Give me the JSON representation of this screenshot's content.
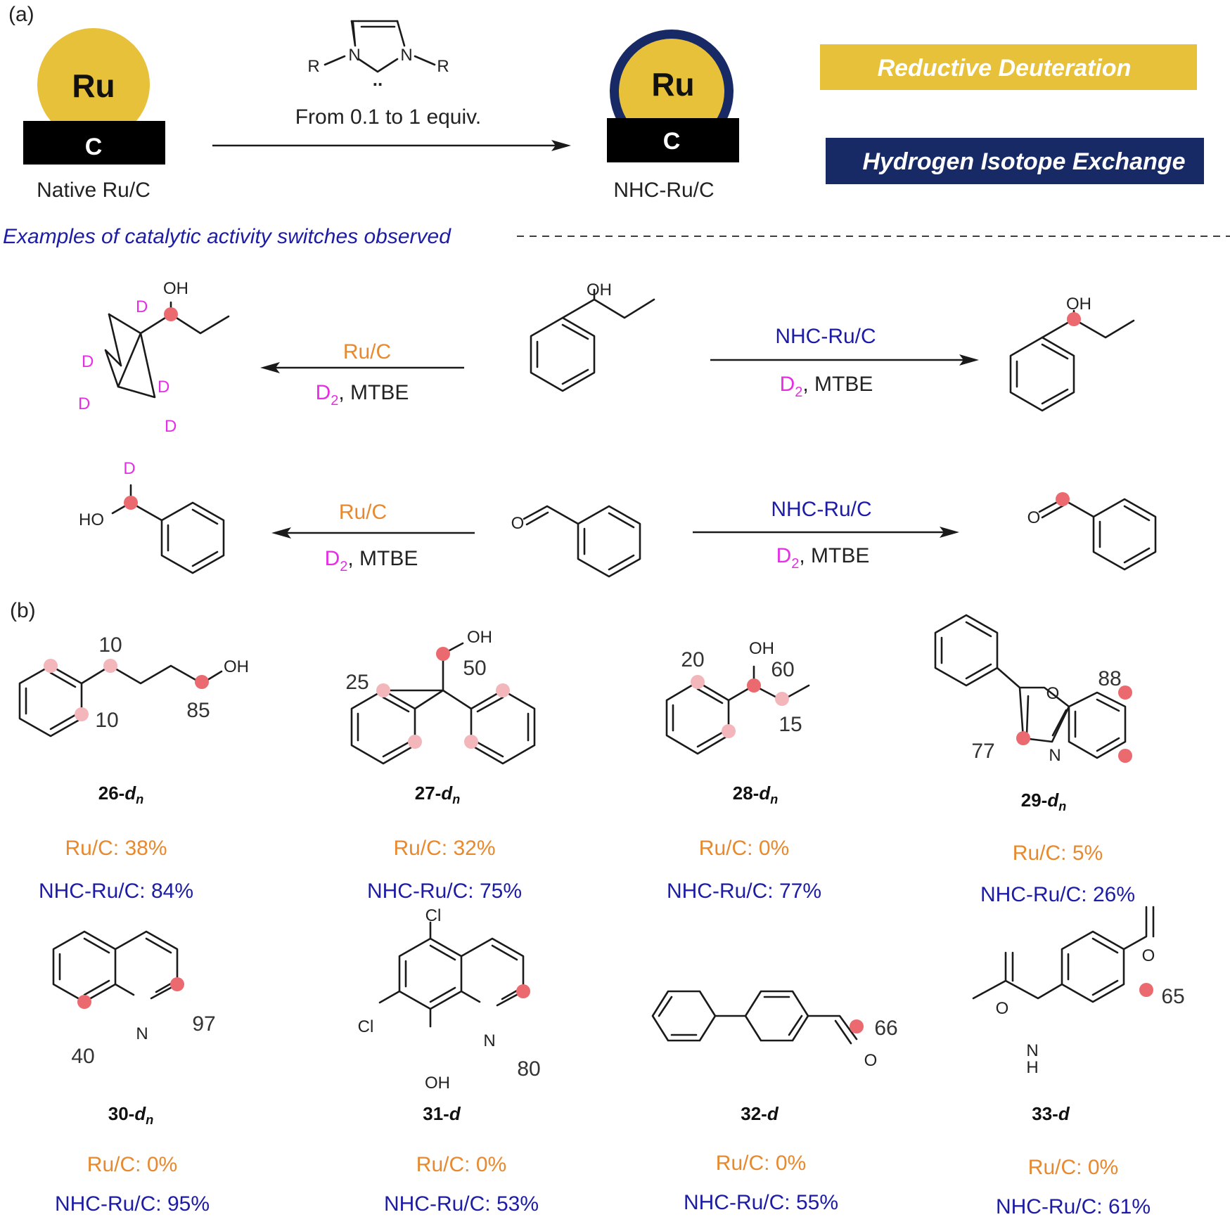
{
  "panel_a": {
    "label": "(a)",
    "native": {
      "metal": "Ru",
      "support": "C",
      "caption": "Native Ru/C"
    },
    "modified": {
      "metal": "Ru",
      "support": "C",
      "caption": "NHC-Ru/C"
    },
    "reagent": {
      "r_left": "R",
      "r_right": "R",
      "n_left": "N",
      "n_right": "N",
      "lone_pair": "..",
      "condition": "From 0.1 to 1 equiv."
    },
    "box_reductive": {
      "text": "Reductive Deuteration",
      "color": "#e8c13a"
    },
    "box_hie": {
      "text": "Hydrogen Isotope Exchange",
      "color": "#172a66"
    },
    "examples_heading": "Examples of catalytic activity switches observed",
    "reaction1": {
      "start_oh": "OH",
      "left_cat": "Ru/C",
      "right_cat": "NHC-Ru/C",
      "cond_d": "D",
      "cond_sub": "2",
      "cond_rest": ", MTBE",
      "product_left_oh": "OH",
      "product_left_d": [
        "D",
        "D",
        "D",
        "D",
        "D"
      ],
      "product_right_oh": "OH"
    },
    "reaction2": {
      "start_o": "O",
      "left_cat": "Ru/C",
      "right_cat": "NHC-Ru/C",
      "cond_d": "D",
      "cond_sub": "2",
      "cond_rest": ", MTBE",
      "product_left_ho": "HO",
      "product_left_d": "D",
      "product_right_o": "O"
    }
  },
  "panel_b": {
    "label": "(b)",
    "compounds": [
      {
        "id": "26",
        "suffix": "d",
        "sub": "n",
        "ru": "Ru/C: 38%",
        "nhc": "NHC-Ru/C: 84%",
        "nums": [
          "10",
          "10",
          "85"
        ],
        "atoms": [
          "OH"
        ]
      },
      {
        "id": "27",
        "suffix": "d",
        "sub": "n",
        "ru": "Ru/C: 32%",
        "nhc": "NHC-Ru/C: 75%",
        "nums": [
          "25",
          "50"
        ],
        "atoms": [
          "OH"
        ]
      },
      {
        "id": "28",
        "suffix": "d",
        "sub": "n",
        "ru": "Ru/C: 0%",
        "nhc": "NHC-Ru/C: 77%",
        "nums": [
          "20",
          "60",
          "15"
        ],
        "atoms": [
          "OH"
        ]
      },
      {
        "id": "29",
        "suffix": "d",
        "sub": "n",
        "ru": "Ru/C: 5%",
        "nhc": "NHC-Ru/C: 26%",
        "nums": [
          "88",
          "77"
        ],
        "atoms": [
          "O",
          "N"
        ]
      },
      {
        "id": "30",
        "suffix": "d",
        "sub": "n",
        "ru": "Ru/C: 0%",
        "nhc": "NHC-Ru/C: 95%",
        "nums": [
          "97",
          "40"
        ],
        "atoms": [
          "N"
        ]
      },
      {
        "id": "31",
        "suffix": "d",
        "sub": "",
        "ru": "Ru/C: 0%",
        "nhc": "NHC-Ru/C: 53%",
        "nums": [
          "80"
        ],
        "atoms": [
          "Cl",
          "Cl",
          "N",
          "OH"
        ]
      },
      {
        "id": "32",
        "suffix": "d",
        "sub": "",
        "ru": "Ru/C: 0%",
        "nhc": "NHC-Ru/C: 55%",
        "nums": [
          "66"
        ],
        "atoms": [
          "O"
        ]
      },
      {
        "id": "33",
        "suffix": "d",
        "sub": "",
        "ru": "Ru/C: 0%",
        "nhc": "NHC-Ru/C: 61%",
        "nums": [
          "65"
        ],
        "atoms": [
          "O",
          "O",
          "N",
          "H"
        ]
      }
    ]
  }
}
